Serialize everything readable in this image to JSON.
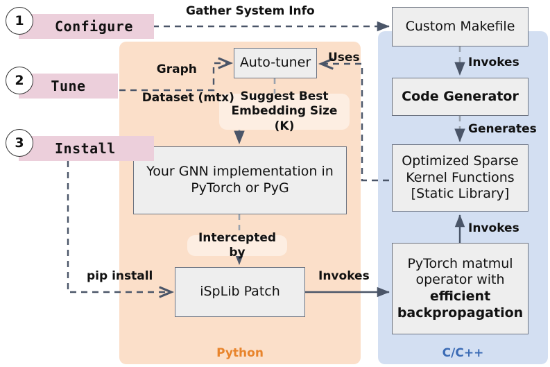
{
  "diagram": {
    "title": "iSpLib workflow diagram",
    "colors": {
      "python_panel": "#fbdfc9",
      "cpp_panel": "#d3dff2",
      "python_label": "#e8842c",
      "cpp_label": "#3b6bb5",
      "step_tag": "#eccfdb",
      "process_box": "#eeeeee",
      "soft_box": "#fdeee2",
      "arrow": "#4a5568"
    }
  },
  "steps": [
    {
      "number": "1",
      "label": "Configure"
    },
    {
      "number": "2",
      "label": "Tune"
    },
    {
      "number": "3",
      "label": "Install"
    }
  ],
  "panels": {
    "python": {
      "label": "Python"
    },
    "cpp": {
      "label": "C/C++"
    }
  },
  "boxes": {
    "autotuner": "Auto-tuner",
    "gnn": "Your GNN implementation in\nPyTorch or PyG",
    "gnn_line1": "Your GNN implementation in",
    "gnn_line2": "PyTorch or PyG",
    "patch": "iSpLib Patch",
    "makefile": "Custom Makefile",
    "codegen": "Code Generator",
    "kernel_line1": "Optimized Sparse",
    "kernel_line2": "Kernel Functions",
    "kernel_line3": "[Static Library]",
    "matmul_line1": "PyTorch matmul",
    "matmul_line2": "operator with",
    "matmul_line3": "efficient",
    "matmul_line4": "backpropagation"
  },
  "soft_boxes": {
    "suggest_line1": "Suggest Best",
    "suggest_line2": "Embedding Size (K)",
    "intercepted": "Intercepted by"
  },
  "edge_labels": {
    "gather_system_info": "Gather System Info",
    "graph_dataset_line1": "Graph",
    "graph_dataset_line2": "Dataset (mtx)",
    "uses": "Uses",
    "pip_install": "pip install",
    "invokes_left": "Invokes",
    "invokes_codegen": "Invokes",
    "generates": "Generates",
    "invokes_kernel": "Invokes"
  }
}
